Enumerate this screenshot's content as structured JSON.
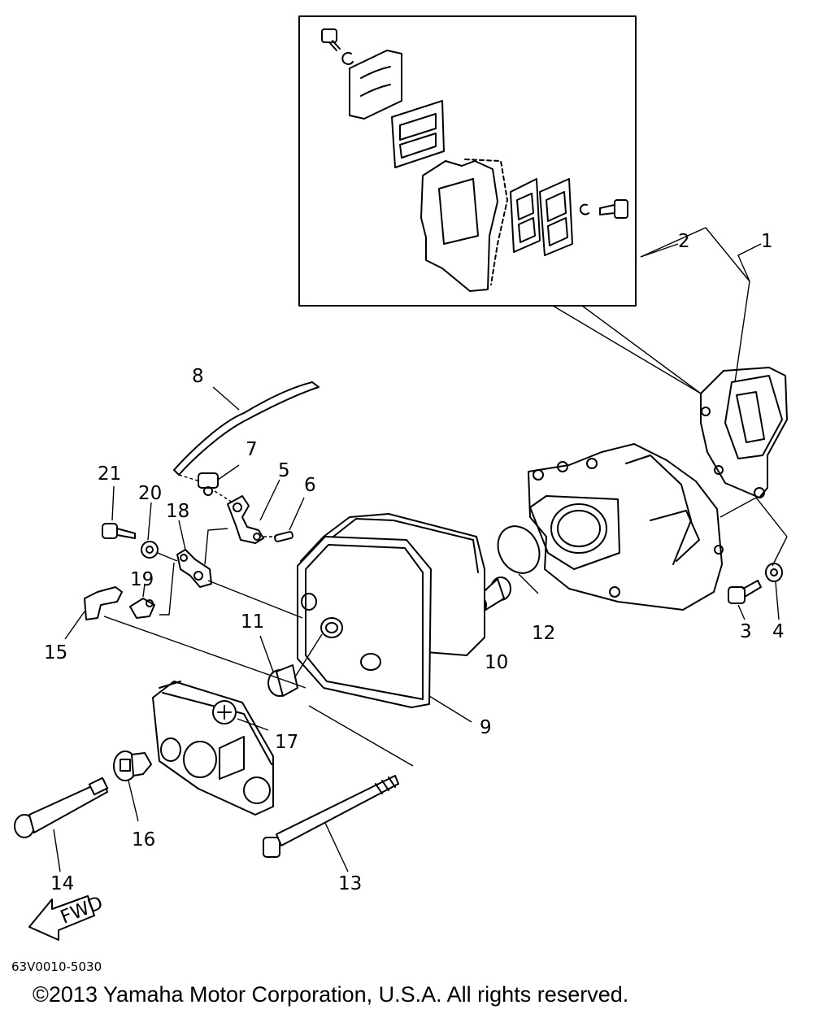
{
  "diagram": {
    "drawing_code": "63V0010-5030",
    "copyright": "©2013 Yamaha Motor Corporation, U.S.A. All rights reserved.",
    "fwd_arrow_label": "FWD",
    "callouts": [
      "1",
      "2",
      "3",
      "4",
      "5",
      "6",
      "7",
      "8",
      "9",
      "10",
      "11",
      "12",
      "13",
      "14",
      "15",
      "16",
      "17",
      "18",
      "19",
      "20",
      "21"
    ]
  }
}
